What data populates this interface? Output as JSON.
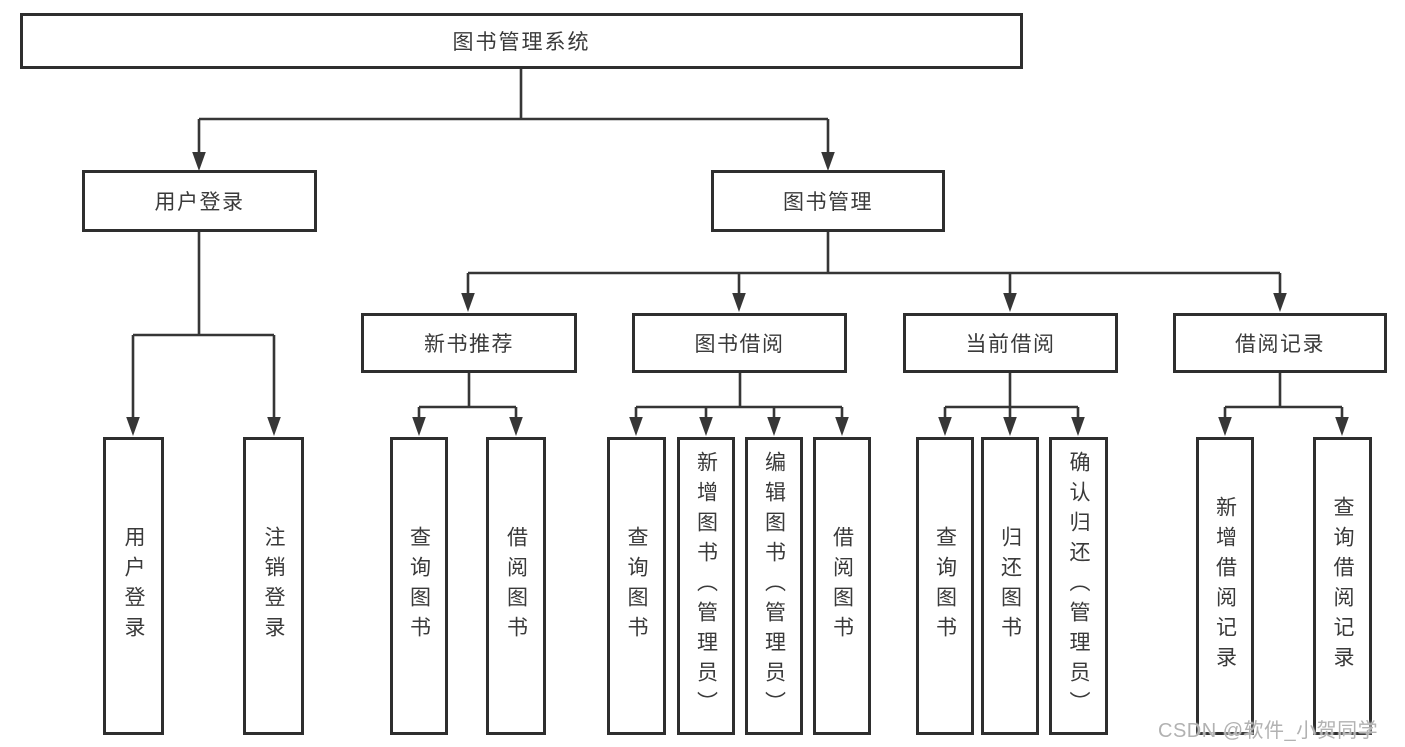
{
  "diagram": {
    "root": {
      "label": "图书管理系统"
    },
    "level2": [
      {
        "label": "用户登录"
      },
      {
        "label": "图书管理"
      }
    ],
    "level3": [
      {
        "label": "新书推荐"
      },
      {
        "label": "图书借阅"
      },
      {
        "label": "当前借阅"
      },
      {
        "label": "借阅记录"
      }
    ],
    "leaves": [
      {
        "label": "用户登录"
      },
      {
        "label": "注销登录"
      },
      {
        "label": "查询图书"
      },
      {
        "label": "借阅图书"
      },
      {
        "label": "查询图书"
      },
      {
        "label": "新增图书（管理员）"
      },
      {
        "label": "编辑图书（管理员）"
      },
      {
        "label": "借阅图书"
      },
      {
        "label": "查询图书"
      },
      {
        "label": "归还图书"
      },
      {
        "label": "确认归还（管理员）"
      },
      {
        "label": "新增借阅记录"
      },
      {
        "label": "查询借阅记录"
      }
    ]
  },
  "watermark": {
    "text": "CSDN @软件_小贺同学"
  },
  "colors": {
    "line": "#363636",
    "box_border": "#2e2e2e",
    "text": "#3a3a3a",
    "background": "#ffffff",
    "watermark": "#b2b2b2"
  }
}
